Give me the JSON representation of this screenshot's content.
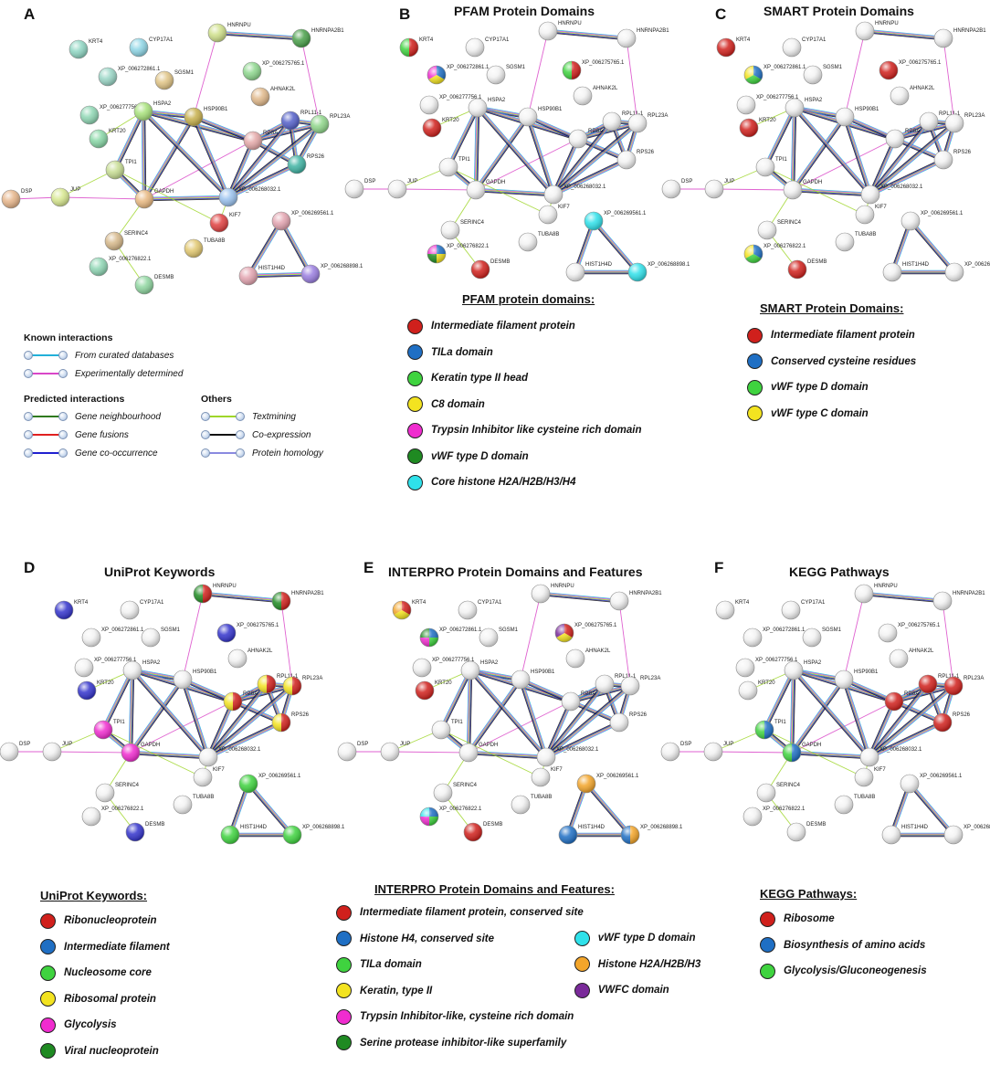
{
  "panels": {
    "A": {
      "letter": "A",
      "title": ""
    },
    "B": {
      "letter": "B",
      "title": "PFAM Protein Domains"
    },
    "C": {
      "letter": "C",
      "title": "SMART Protein Domains"
    },
    "D": {
      "letter": "D",
      "title": "UniProt Keywords"
    },
    "E": {
      "letter": "E",
      "title": "INTERPRO Protein Domains and Features"
    },
    "F": {
      "letter": "F",
      "title": "KEGG Pathways"
    }
  },
  "nodes": [
    "DSP",
    "JUP",
    "GAPDH",
    "TPI1",
    "KRT20",
    "XP_006277756.1",
    "HSPA2",
    "XP_006272861.1",
    "SGSM1",
    "CYP17A1",
    "KRT4",
    "HNRNPU",
    "HNRNPA2B1",
    "XP_006275765.1",
    "AHNAK2L",
    "HSP90B1",
    "RPSA",
    "RPL11-1",
    "RPL23A",
    "RPS26",
    "XP_006268032.1",
    "KIF7",
    "SERINC4",
    "XP_006276822.1",
    "DESMB",
    "TUBA8B",
    "XP_006269561.1",
    "HIST1H4D",
    "XP_006268898.1"
  ],
  "interaction_legend": {
    "known_title": "Known interactions",
    "known": [
      {
        "label": "From curated databases",
        "color": "#22b0d9"
      },
      {
        "label": "Experimentally determined",
        "color": "#d946c8"
      }
    ],
    "predicted_title": "Predicted interactions",
    "predicted": [
      {
        "label": "Gene neighbourhood",
        "color": "#2f7a1f"
      },
      {
        "label": "Gene fusions",
        "color": "#e02020"
      },
      {
        "label": "Gene co-occurrence",
        "color": "#2020d0"
      }
    ],
    "others_title": "Others",
    "others": [
      {
        "label": "Textmining",
        "color": "#9fd62a"
      },
      {
        "label": "Co-expression",
        "color": "#111111"
      },
      {
        "label": "Protein homology",
        "color": "#8a8ae0"
      }
    ]
  },
  "legends": {
    "pfam": {
      "title": "PFAM protein domains:",
      "items": [
        {
          "label": "Intermediate filament protein",
          "color": "#d0201c"
        },
        {
          "label": "TILa domain",
          "color": "#1f6fc4"
        },
        {
          "label": "Keratin type II head",
          "color": "#3fd33f"
        },
        {
          "label": "C8 domain",
          "color": "#f3e320"
        },
        {
          "label": "Trypsin Inhibitor like cysteine rich domain",
          "color": "#f02ccf"
        },
        {
          "label": "vWF type D domain",
          "color": "#1f8a22"
        },
        {
          "label": "Core histone H2A/H2B/H3/H4",
          "color": "#2fe1ea"
        }
      ]
    },
    "smart": {
      "title": "SMART Protein Domains:",
      "items": [
        {
          "label": "Intermediate filament protein",
          "color": "#d0201c"
        },
        {
          "label": "Conserved cysteine residues",
          "color": "#1f6fc4"
        },
        {
          "label": "vWF type D domain",
          "color": "#3fd33f"
        },
        {
          "label": "vWF type C domain",
          "color": "#f3e320"
        }
      ]
    },
    "uniprot": {
      "title": "UniProt Keywords:",
      "items": [
        {
          "label": "Ribonucleoprotein",
          "color": "#d0201c"
        },
        {
          "label": "Intermediate filament",
          "color": "#1f6fc4"
        },
        {
          "label": "Nucleosome core",
          "color": "#3fd33f"
        },
        {
          "label": "Ribosomal protein",
          "color": "#f3e320"
        },
        {
          "label": "Glycolysis",
          "color": "#f02ccf"
        },
        {
          "label": "Viral nucleoprotein",
          "color": "#1f8a22"
        }
      ]
    },
    "interpro": {
      "title": "INTERPRO Protein Domains and Features:",
      "col1": [
        {
          "label": "Intermediate filament protein, conserved site",
          "color": "#d0201c"
        },
        {
          "label": "Histone H4, conserved site",
          "color": "#1f6fc4"
        },
        {
          "label": "TILa domain",
          "color": "#3fd33f"
        },
        {
          "label": "Keratin, type II",
          "color": "#f3e320"
        },
        {
          "label": "Trypsin Inhibitor-like, cysteine rich domain",
          "color": "#f02ccf"
        },
        {
          "label": "Serine protease inhibitor-like superfamily",
          "color": "#1f8a22"
        }
      ],
      "col2": [
        {
          "label": "vWF type D domain",
          "color": "#2fe1ea"
        },
        {
          "label": "Histone H2A/H2B/H3",
          "color": "#f3a52a"
        },
        {
          "label": "VWFC domain",
          "color": "#7a2a9a"
        }
      ]
    },
    "kegg": {
      "title": "KEGG Pathways:",
      "items": [
        {
          "label": "Ribosome",
          "color": "#d0201c"
        },
        {
          "label": "Biosynthesis of amino acids",
          "color": "#1f6fc4"
        },
        {
          "label": "Glycolysis/Gluconeogenesis",
          "color": "#3fd33f"
        }
      ]
    }
  }
}
